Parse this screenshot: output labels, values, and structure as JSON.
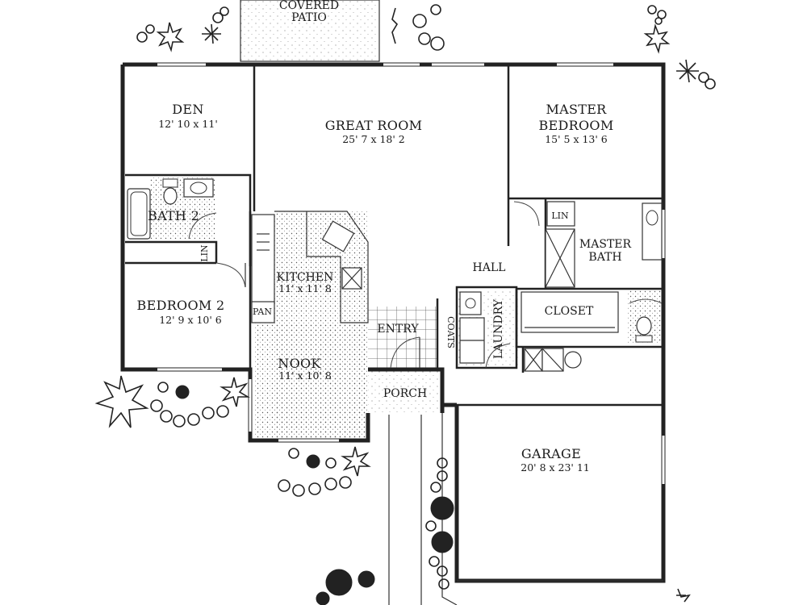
{
  "rooms": {
    "covered_patio": {
      "line1": "COVERED",
      "line2": "PATIO"
    },
    "den": {
      "name": "DEN",
      "size": "12' 10 x 11'"
    },
    "great_room": {
      "name": "GREAT ROOM",
      "size": "25' 7 x 18' 2"
    },
    "master_bedroom": {
      "line1": "MASTER",
      "line2": "BEDROOM",
      "size": "15' 5 x 13' 6"
    },
    "bath2": {
      "name": "BATH 2"
    },
    "lin_left": {
      "name": "LIN"
    },
    "lin_master": {
      "name": "LIN"
    },
    "master_bath": {
      "line1": "MASTER",
      "line2": "BATH"
    },
    "kitchen": {
      "name": "KITCHEN",
      "size": "11' x 11' 8"
    },
    "hall": {
      "name": "HALL"
    },
    "pan": {
      "name": "PAN"
    },
    "bedroom2": {
      "name": "BEDROOM 2",
      "size": "12' 9 x 10' 6"
    },
    "closet": {
      "name": "CLOSET"
    },
    "entry": {
      "name": "ENTRY"
    },
    "coats": {
      "name": "COATS"
    },
    "laundry": {
      "name": "LAUNDRY"
    },
    "nook": {
      "name": "NOOK",
      "size": "11' x 10' 8"
    },
    "porch": {
      "name": "PORCH"
    },
    "garage": {
      "name": "GARAGE",
      "size": "20' 8 x 23' 11"
    }
  }
}
